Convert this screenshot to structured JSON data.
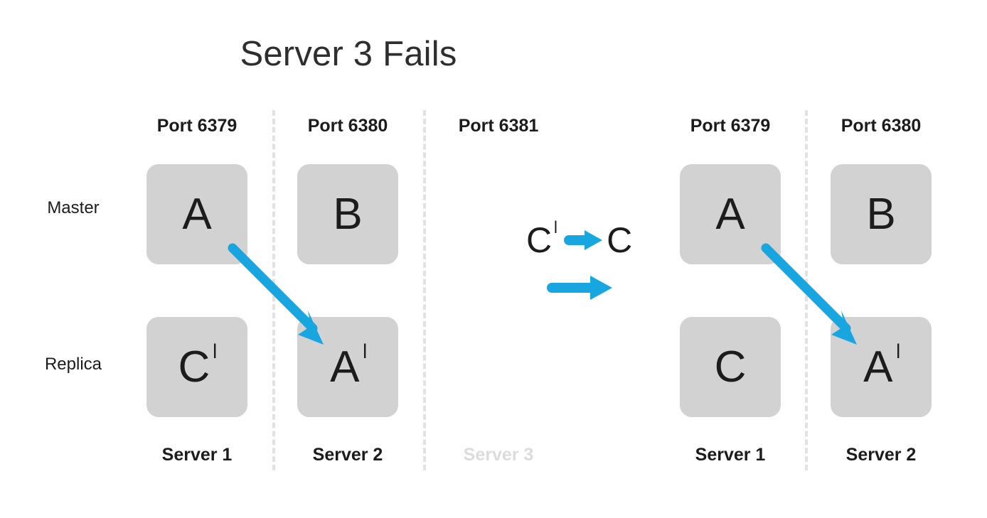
{
  "title": "Server 3 Fails",
  "colors": {
    "arrow_blue": "#17A6E0",
    "node_gray": "#D2D2D2",
    "text_dark": "#1C1C1C",
    "faded_gray": "#DCDCDC",
    "divider_gray": "#E2E2E2",
    "background": "#FFFFFF"
  },
  "row_labels": {
    "master": "Master",
    "replica": "Replica"
  },
  "before": {
    "columns": [
      {
        "port": "Port 6379",
        "server": "Server 1",
        "server_failed": false,
        "master": {
          "letter": "A",
          "prime": ""
        },
        "replica": {
          "letter": "C",
          "prime": "I"
        }
      },
      {
        "port": "Port 6380",
        "server": "Server 2",
        "server_failed": false,
        "master": {
          "letter": "B",
          "prime": ""
        },
        "replica": {
          "letter": "A",
          "prime": "I"
        }
      },
      {
        "port": "Port 6381",
        "server": "Server 3",
        "server_failed": true,
        "master": null,
        "replica": null
      }
    ]
  },
  "transition": {
    "expression_from": "C",
    "expression_from_prime": "I",
    "expression_to": "C",
    "arrow_icon": "right-arrow-icon",
    "second_arrow_icon": "right-arrow-icon"
  },
  "after": {
    "columns": [
      {
        "port": "Port 6379",
        "server": "Server 1",
        "server_failed": false,
        "master": {
          "letter": "A",
          "prime": ""
        },
        "replica": {
          "letter": "C",
          "prime": ""
        }
      },
      {
        "port": "Port 6380",
        "server": "Server 2",
        "server_failed": false,
        "master": {
          "letter": "B",
          "prime": ""
        },
        "replica": {
          "letter": "A",
          "prime": "I"
        }
      }
    ]
  },
  "replication_links": [
    {
      "from": "before-master-6379",
      "to": "before-replica-6380"
    },
    {
      "from": "after-master-6379",
      "to": "after-replica-6380"
    }
  ]
}
